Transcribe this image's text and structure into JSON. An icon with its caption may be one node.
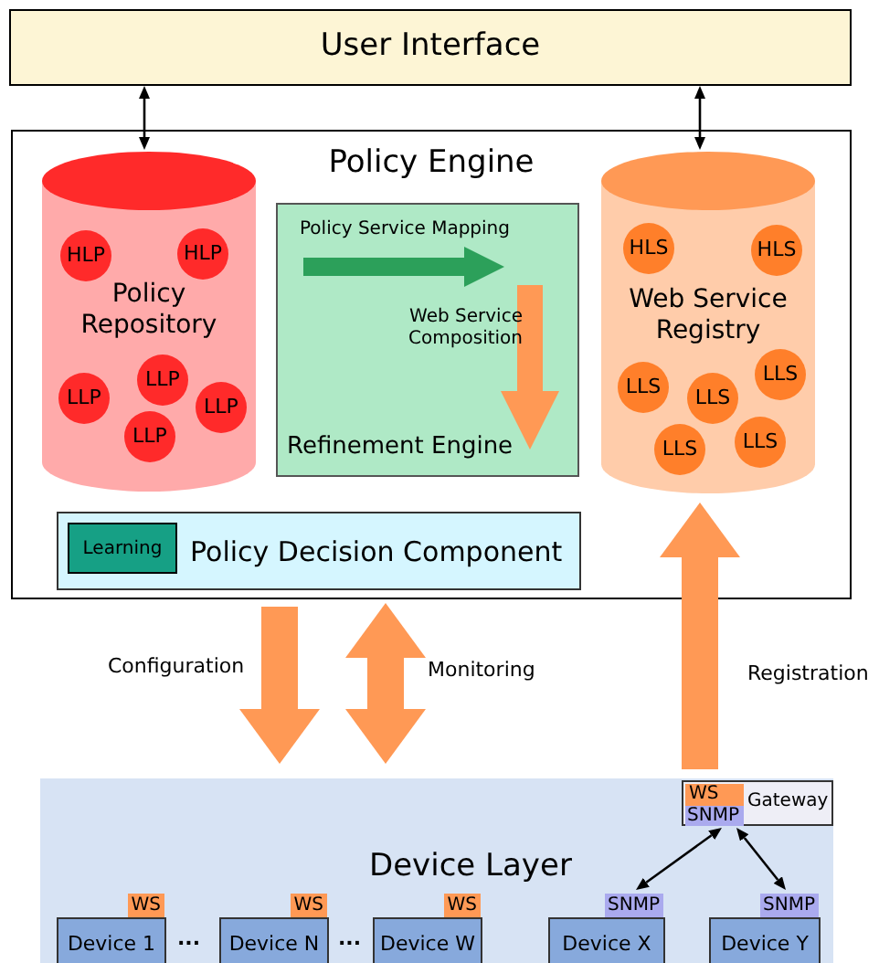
{
  "diagram": {
    "nodes": [
      {
        "text": [
          "User Interface"
        ]
      },
      {
        "text": [
          "Policy Engine"
        ]
      },
      {
        "text": [
          "Policy Repository"
        ],
        "in": 1
      },
      {
        "text": [
          "HLP"
        ],
        "in": 2
      },
      {
        "text": [
          "HLP"
        ],
        "in": 2
      },
      {
        "text": [
          "LLP"
        ],
        "in": 2
      },
      {
        "text": [
          "LLP"
        ],
        "in": 2
      },
      {
        "text": [
          "LLP"
        ],
        "in": 2
      },
      {
        "text": [
          "LLP"
        ],
        "in": 2
      },
      {
        "text": [
          "Policy Service Mapping",
          "Web Service Composition",
          "Refinement Engine"
        ],
        "in": 1
      },
      {
        "text": [
          "Web Service Registry"
        ],
        "in": 1
      },
      {
        "text": [
          "HLS"
        ],
        "in": 10
      },
      {
        "text": [
          "HLS"
        ],
        "in": 10
      },
      {
        "text": [
          "LLS"
        ],
        "in": 10
      },
      {
        "text": [
          "LLS"
        ],
        "in": 10
      },
      {
        "text": [
          "LLS"
        ],
        "in": 10
      },
      {
        "text": [
          "LLS"
        ],
        "in": 10
      },
      {
        "text": [
          "LLS"
        ],
        "in": 10
      },
      {
        "text": [
          "Policy Decision Component"
        ],
        "in": 1
      },
      {
        "text": [
          "Learning"
        ],
        "in": 18
      },
      {
        "text": [
          "Device Layer"
        ]
      },
      {
        "text": [
          "Gateway"
        ],
        "in": 20
      },
      {
        "text": [
          "WS"
        ],
        "in": 21
      },
      {
        "text": [
          "SNMP"
        ],
        "in": 21
      },
      {
        "text": [
          "Device 1"
        ],
        "in": 20,
        "beside": [
          "WS"
        ]
      },
      {
        "text": [
          "Device N"
        ],
        "in": 20,
        "beside": [
          "WS"
        ]
      },
      {
        "text": [
          "Device W"
        ],
        "in": 20,
        "beside": [
          "WS"
        ]
      },
      {
        "text": [
          "Device X"
        ],
        "in": 20,
        "beside": [
          "SNMP"
        ]
      },
      {
        "text": [
          "Device Y"
        ],
        "in": 20,
        "beside": [
          "SNMP"
        ]
      }
    ],
    "edges": [
      {
        "from": 0,
        "to": 2,
        "arrow": "both"
      },
      {
        "from": 0,
        "to": 10,
        "arrow": "both"
      },
      {
        "from": 1,
        "to": 20,
        "arrow": "to",
        "label": "Configuration",
        "style": "thick",
        "color": "#ff9955"
      },
      {
        "from": 1,
        "to": 20,
        "arrow": "both",
        "label": "Monitoring",
        "style": "thick",
        "color": "#ff9955"
      },
      {
        "from": 21,
        "to": 10,
        "arrow": "to",
        "label": "Registration",
        "style": "thick",
        "color": "#ff9955"
      },
      {
        "from": 21,
        "to": 27,
        "arrow": "both"
      },
      {
        "from": 21,
        "to": 28,
        "arrow": "both"
      }
    ],
    "labels": [
      "...",
      "..."
    ]
  }
}
